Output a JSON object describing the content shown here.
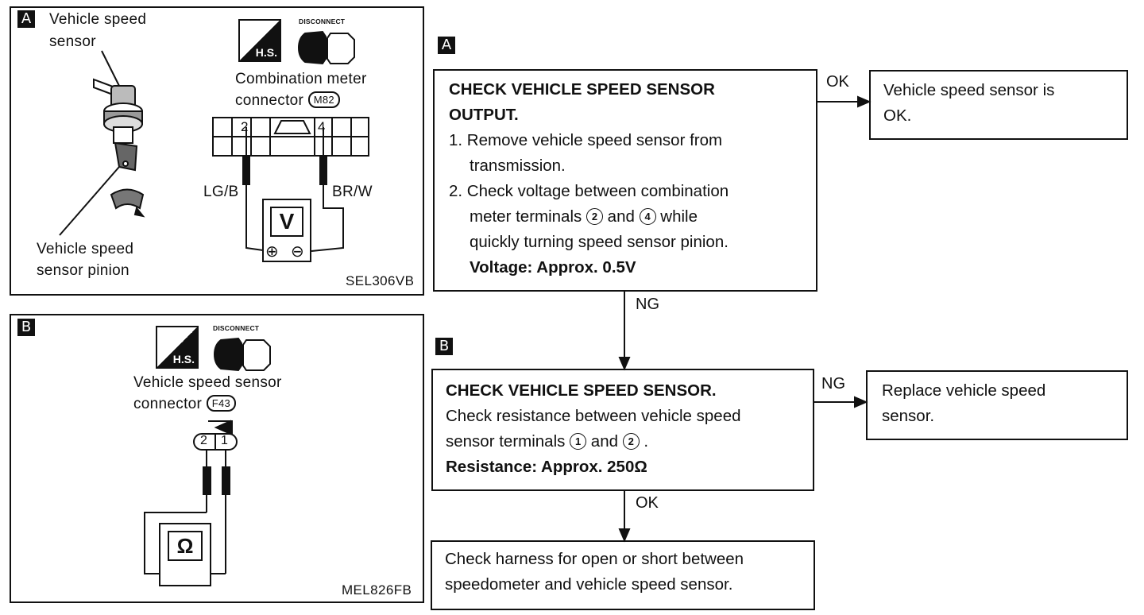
{
  "panel_a": {
    "tag": "A",
    "vss_label_1": "Vehicle speed",
    "vss_label_2": "sensor",
    "pinion_label_1": "Vehicle speed",
    "pinion_label_2": "sensor pinion",
    "hs_label": "H.S.",
    "disconnect_label": "DISCONNECT",
    "connector_label_1": "Combination meter",
    "connector_label_2": "connector",
    "connector_id": "M82",
    "pin_left": "2",
    "pin_right": "4",
    "wire_left": "LG/B",
    "wire_right": "BR/W",
    "meter_symbol": "V",
    "plus_symbol": "⊕",
    "minus_symbol": "⊖",
    "code": "SEL306VB"
  },
  "panel_b": {
    "tag": "B",
    "hs_label": "H.S.",
    "disconnect_label": "DISCONNECT",
    "connector_label_1": "Vehicle speed sensor",
    "connector_label_2": "connector",
    "connector_id": "F43",
    "pin_left": "2",
    "pin_right": "1",
    "meter_symbol": "Ω",
    "code": "MEL826FB"
  },
  "flow": {
    "step_a_tag": "A",
    "step_b_tag": "B",
    "box1": {
      "title_1": "CHECK VEHICLE SPEED SENSOR",
      "title_2": "OUTPUT.",
      "line1": "1. Remove vehicle speed sensor from",
      "line1b": "transmission.",
      "line2": "2. Check voltage between combination",
      "line2b_pre": "meter terminals",
      "term_a": "2",
      "line2b_mid": "and",
      "term_b": "4",
      "line2b_post": "while",
      "line2c": "quickly turning speed sensor pinion.",
      "spec": "Voltage: Approx. 0.5V"
    },
    "ok1": "OK",
    "result1_1": "Vehicle speed sensor is",
    "result1_2": "OK.",
    "ng1": "NG",
    "box2": {
      "title": "CHECK VEHICLE SPEED SENSOR.",
      "line1": "Check resistance between vehicle speed",
      "line2_pre": "sensor terminals",
      "term_a": "1",
      "line2_mid": "and",
      "term_b": "2",
      "line2_post": ".",
      "spec": "Resistance: Approx. 250Ω"
    },
    "ng2": "NG",
    "result2_1": "Replace vehicle speed",
    "result2_2": "sensor.",
    "ok2": "OK",
    "final_1": "Check harness for open or short between",
    "final_2": "speedometer and vehicle speed sensor."
  }
}
